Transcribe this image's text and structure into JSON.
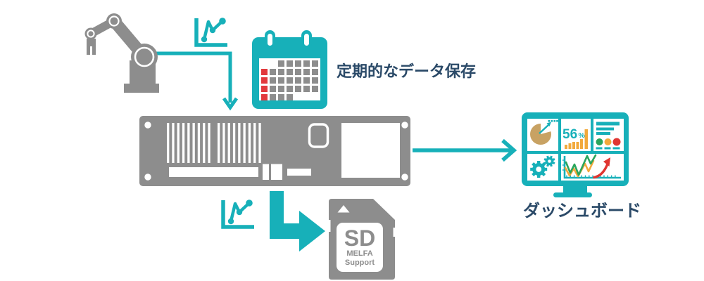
{
  "colors": {
    "teal": "#17b0b9",
    "gray": "#8d8d8d",
    "navy": "#2b4a68",
    "red": "#e2393d",
    "tan": "#c8a263",
    "yellow": "#f2a93b",
    "green": "#2aa55c",
    "chart_red": "#e03531",
    "white": "#ffffff"
  },
  "flow": {
    "periodic_save_label": "定期的なデータ保存",
    "dashboard_label": "ダッシュボード"
  },
  "dashboard_screen": {
    "percent_value": "56",
    "percent_unit": "%"
  },
  "sd_card": {
    "title": "SD",
    "line1": "MELFA",
    "line2": "Support"
  },
  "calendar": {
    "grid_rows": [
      "..ggggg",
      "rgggggg",
      "rgggggg",
      "rgggggg",
      "rggg..."
    ]
  },
  "icons": {
    "robot": "robot-arm-icon",
    "line_chart": "line-chart-icon",
    "calendar": "calendar-icon",
    "controller": "controller-icon",
    "monitor": "dashboard-monitor-icon",
    "sd": "sd-card-icon",
    "gears": "gear-icon",
    "pie": "pie-chart-icon"
  }
}
